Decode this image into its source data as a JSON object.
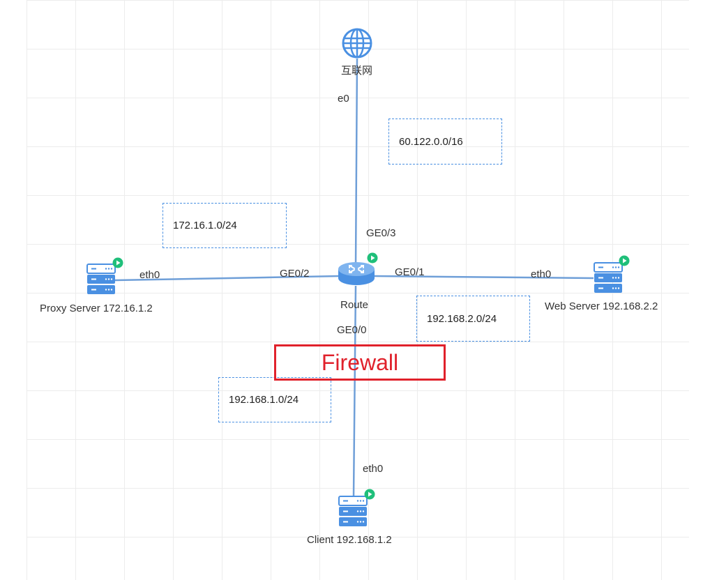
{
  "colors": {
    "link": "#6f9fd8",
    "device": "#4a90e2",
    "status": "#1fbf7a",
    "firewall": "#e0212b",
    "subnet_border": "#4a90e2"
  },
  "nodes": {
    "internet": {
      "label": "互联网",
      "icon": "globe-icon"
    },
    "router": {
      "label": "Route",
      "icon": "router-icon"
    },
    "proxy": {
      "label": "Proxy Server 172.16.1.2",
      "icon": "server-icon"
    },
    "web": {
      "label": "Web Server 192.168.2.2",
      "icon": "server-icon"
    },
    "client": {
      "label": "Client 192.168.1.2",
      "icon": "server-icon"
    }
  },
  "interfaces": {
    "internet_e0": "e0",
    "router_ge03": "GE0/3",
    "router_ge02": "GE0/2",
    "router_ge01": "GE0/1",
    "router_ge00": "GE0/0",
    "proxy_eth0": "eth0",
    "web_eth0": "eth0",
    "client_eth0": "eth0"
  },
  "subnets": {
    "wan": "60.122.0.0/16",
    "proxy_net": "172.16.1.0/24",
    "web_net": "192.168.2.0/24",
    "client_net": "192.168.1.0/24"
  },
  "firewall": {
    "label": "Firewall"
  }
}
